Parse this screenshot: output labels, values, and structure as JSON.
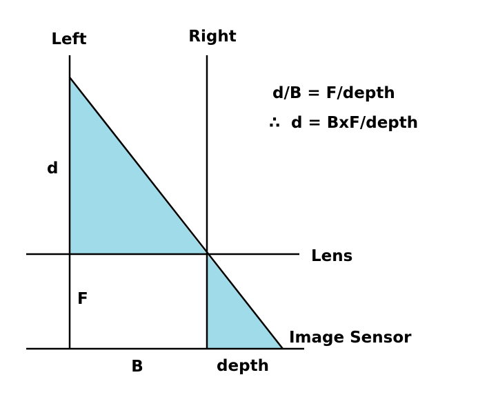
{
  "labels": {
    "left": "Left",
    "right": "Right",
    "lens": "Lens",
    "image_sensor": "Image Sensor",
    "d": "d",
    "f": "F",
    "b": "B",
    "depth": "depth"
  },
  "equations": {
    "line1": "d/B = F/depth",
    "line2": "∴  d = BxF/depth"
  },
  "colors": {
    "triangle_fill": "#9fdbe8",
    "line": "#000000",
    "background": "#ffffff"
  }
}
